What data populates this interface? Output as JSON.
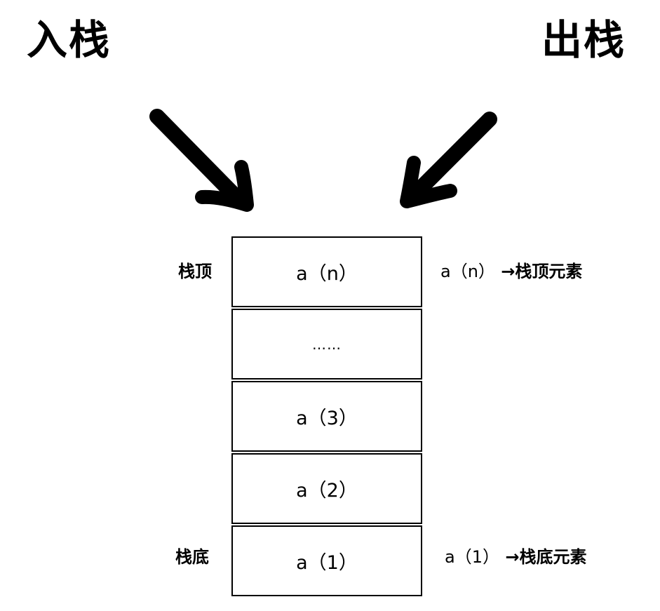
{
  "headings": {
    "push": "入栈",
    "pop": "出栈"
  },
  "stack": {
    "cells": [
      "a（n）",
      "……",
      "a（3）",
      "a（2）",
      "a（1）"
    ]
  },
  "labels": {
    "top": "栈顶",
    "bottom": "栈底",
    "top_element_value": "a（n）",
    "top_element_text": "→栈顶元素",
    "bottom_element_value": "a（1）",
    "bottom_element_text": "→栈底元素"
  },
  "icons": {
    "push_arrow": "arrow-down-right-icon",
    "pop_arrow": "arrow-up-right-icon"
  }
}
